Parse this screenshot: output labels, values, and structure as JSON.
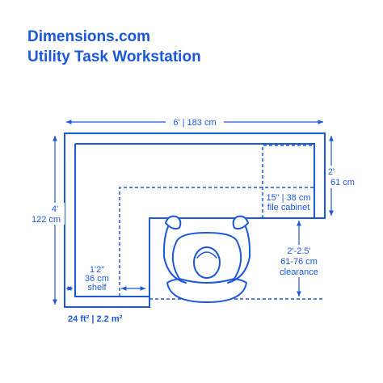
{
  "header": {
    "brand": "Dimensions.com",
    "title": "Utility Task Workstation"
  },
  "dimensions": {
    "width": {
      "ft": "6'",
      "cm": "183 cm"
    },
    "height": {
      "ft": "4'",
      "cm": "122 cm"
    },
    "depth_right": {
      "ft": "2'",
      "cm": "61 cm"
    },
    "file_cabinet": {
      "size": "15\" | 38 cm",
      "label": "file cabinet"
    },
    "clearance": {
      "ft": "2'-2.5'",
      "cm": "61-76 cm",
      "label": "clearance"
    },
    "shelf": {
      "in": "1'2\"",
      "cm": "36 cm",
      "label": "shelf"
    },
    "area": "24 ft² | 2.2 m²"
  },
  "colors": {
    "primary": "#1b57d9",
    "fill": "#ffffff"
  }
}
